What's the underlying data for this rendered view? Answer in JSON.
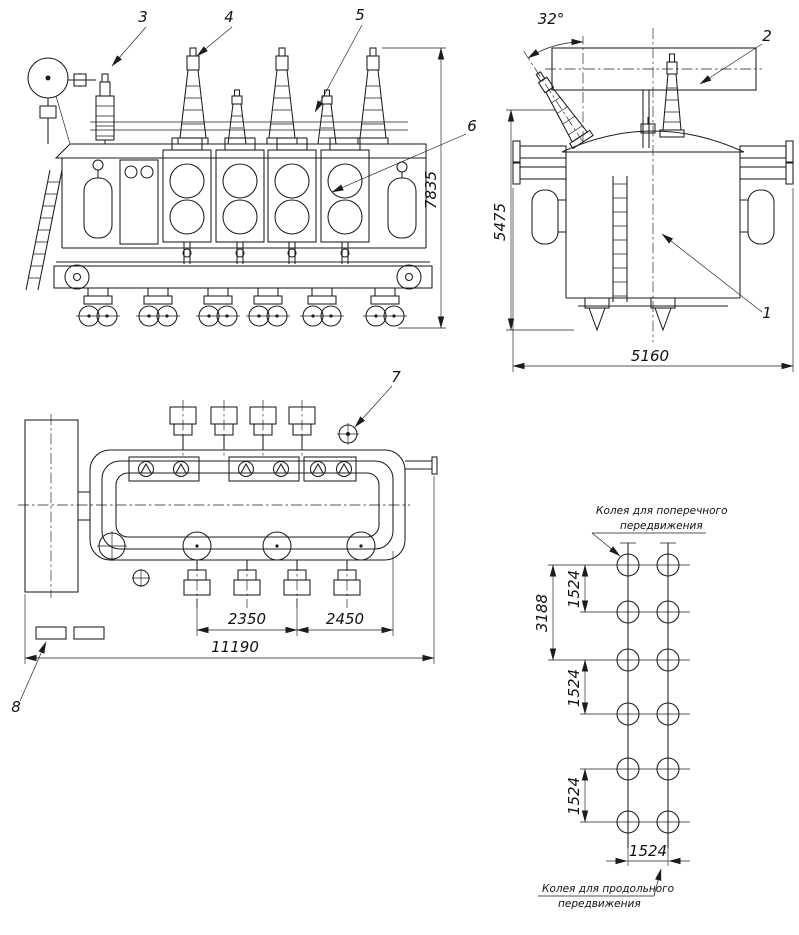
{
  "drawing": {
    "callouts": {
      "c1": "1",
      "c2": "2",
      "c3": "3",
      "c4": "4",
      "c5": "5",
      "c6": "6",
      "c7": "7",
      "c8": "8"
    },
    "dims": {
      "angle_32": "32°",
      "height_7835": "7835",
      "height_5475": "5475",
      "width_5160": "5160",
      "span_2350": "2350",
      "span_2450": "2450",
      "total_11190": "11190",
      "track_3188": "3188",
      "track_1524": "1524"
    },
    "notes": {
      "transverse_1": "Колея для поперечного",
      "transverse_2": "передвижения",
      "longitudinal_1": "Колея для продольного",
      "longitudinal_2": "передвижения"
    },
    "colors": {
      "line": "#1c1c1c",
      "background": "#ffffff"
    }
  }
}
